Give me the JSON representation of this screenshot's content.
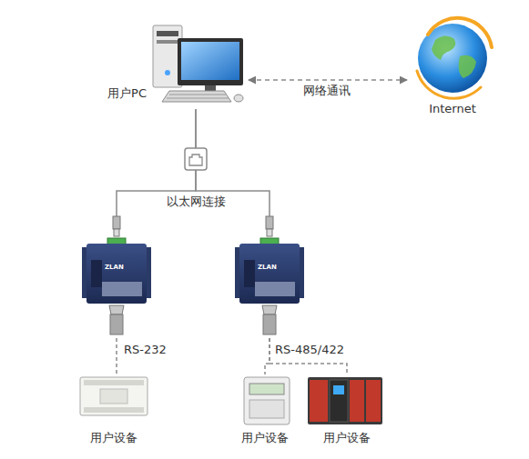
{
  "diagram": {
    "nodes": [
      {
        "text": [
          "用户PC"
        ]
      },
      {
        "text": [
          "Internet"
        ]
      },
      {
        "text": [
          "ZLAN"
        ]
      },
      {
        "text": [
          "ZLAN"
        ]
      },
      {
        "text": [
          "用户设备"
        ]
      },
      {
        "text": [
          "用户设备"
        ]
      },
      {
        "text": [
          "用户设备"
        ]
      }
    ],
    "edges": [
      {
        "from": 0,
        "to": 1,
        "label": "网络通讯",
        "arrow": "both"
      },
      {
        "from": 0,
        "to": 2,
        "label": "以太网连接",
        "arrow": "none"
      },
      {
        "from": 0,
        "to": 3,
        "arrow": "none"
      },
      {
        "from": 2,
        "to": 4,
        "label": "RS-232",
        "arrow": "none"
      },
      {
        "from": 3,
        "to": 5,
        "label": "RS-485/422",
        "arrow": "none"
      },
      {
        "from": 3,
        "to": 6,
        "arrow": "none"
      }
    ]
  }
}
